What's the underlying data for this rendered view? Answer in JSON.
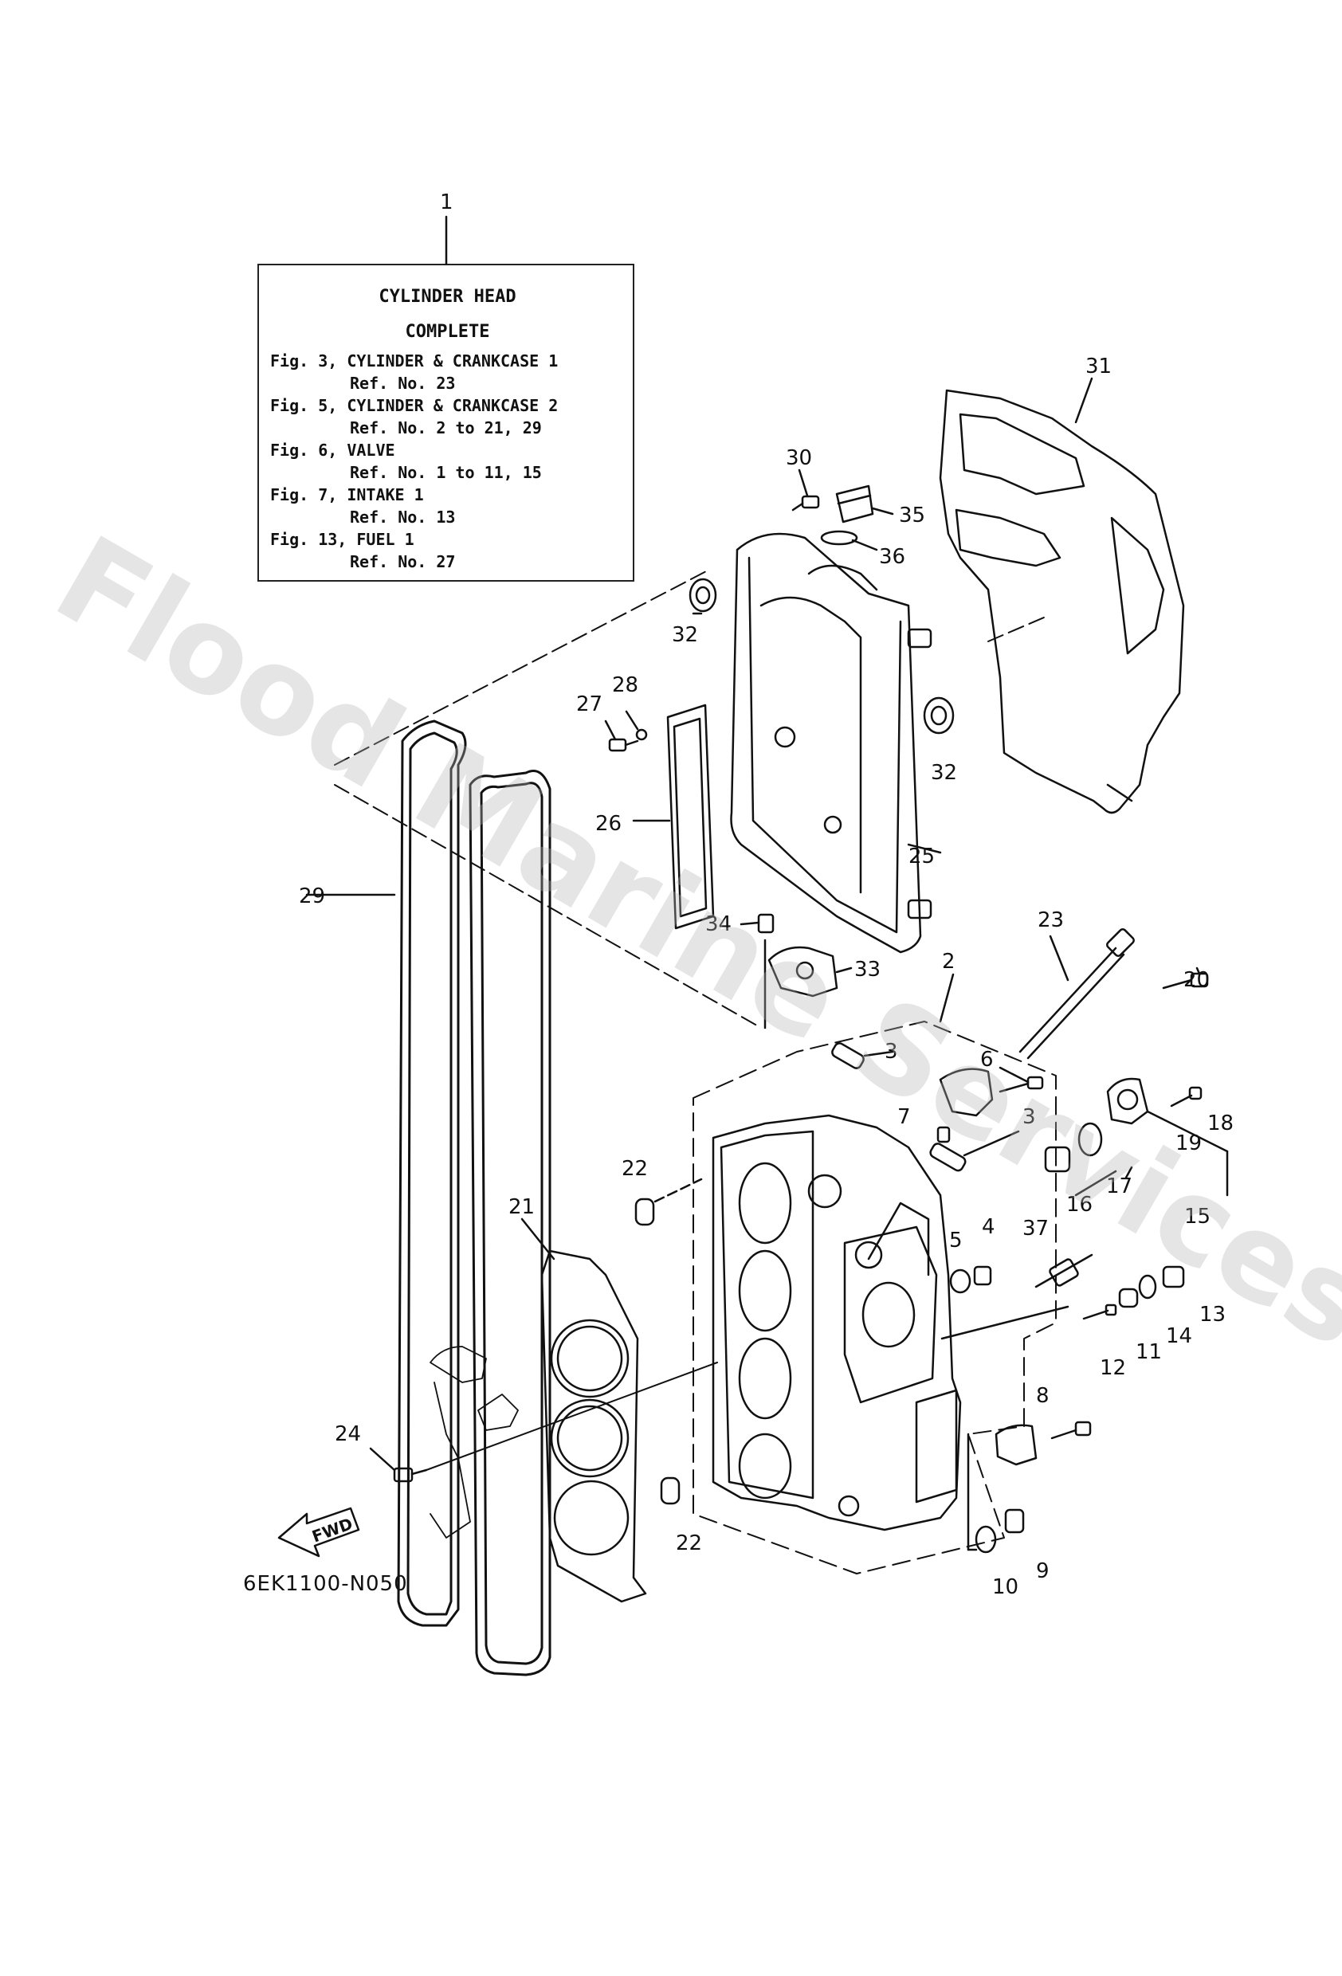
{
  "watermark": "Flood Marine Services",
  "info_box": {
    "title_line1": "CYLINDER HEAD",
    "title_line2": "COMPLETE",
    "lines": [
      {
        "fig": "Fig. 3, CYLINDER & CRANKCASE 1",
        "ref": "Ref. No. 23"
      },
      {
        "fig": "Fig. 5, CYLINDER & CRANKCASE 2",
        "ref": "Ref. No. 2 to 21, 29"
      },
      {
        "fig": "Fig. 6, VALVE",
        "ref": "Ref. No. 1 to 11, 15"
      },
      {
        "fig": "Fig. 7, INTAKE 1",
        "ref": "Ref. No. 13"
      },
      {
        "fig": "Fig. 13, FUEL 1",
        "ref": "Ref. No. 27"
      }
    ]
  },
  "diagram_code": "6EK1100-N050",
  "fwd_label": "FWD",
  "part_numbers": [
    "1",
    "2",
    "3",
    "3",
    "4",
    "5",
    "6",
    "7",
    "8",
    "9",
    "10",
    "11",
    "12",
    "13",
    "14",
    "15",
    "16",
    "17",
    "18",
    "19",
    "20",
    "21",
    "22",
    "22",
    "23",
    "24",
    "25",
    "26",
    "27",
    "28",
    "29",
    "30",
    "31",
    "32",
    "32",
    "33",
    "34",
    "35",
    "36",
    "37"
  ]
}
